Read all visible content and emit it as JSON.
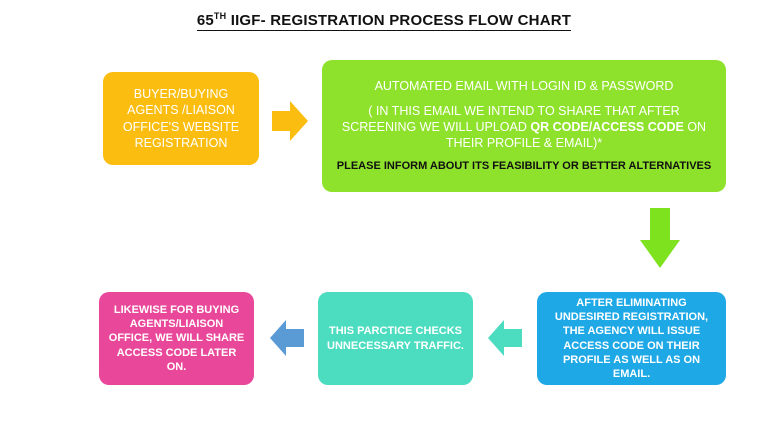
{
  "header": {
    "title_prefix": "65",
    "title_sup": "TH",
    "title_rest": " IIGF- REGISTRATION PROCESS FLOW CHART"
  },
  "nodes": {
    "registration": "BUYER/BUYING AGENTS /LIAISON OFFICE'S WEBSITE REGISTRATION",
    "email": {
      "line1": "AUTOMATED EMAIL WITH LOGIN ID & PASSWORD",
      "line2_before": "( IN THIS EMAIL WE INTEND TO SHARE THAT AFTER SCREENING WE WILL UPLOAD ",
      "line2_bold": "QR CODE/ACCESS CODE",
      "line2_after": " ON THEIR PROFILE & EMAIL)*",
      "line3": "PLEASE INFORM ABOUT ITS FEASIBILITY OR BETTER ALTERNATIVES"
    },
    "eliminate": "AFTER ELIMINATING UNDESIRED REGISTRATION, THE AGENCY WILL ISSUE ACCESS CODE ON THEIR PROFILE AS WELL AS ON EMAIL.",
    "practice": "THIS PARCTICE CHECKS UNNECESSARY TRAFFIC.",
    "likewise": "LIKEWISE FOR BUYING AGENTS/LIAISON OFFICE, WE WILL SHARE ACCESS CODE LATER ON."
  },
  "colors": {
    "registration": "#fbbd10",
    "email": "#8fe22c",
    "eliminate": "#1ea9e6",
    "practice": "#4cdcc0",
    "likewise": "#e9489a",
    "arrow_orange": "#fbbd10",
    "arrow_green": "#7ee21e",
    "arrow_teal": "#4cdcc0",
    "arrow_blue": "#5b9bd5"
  }
}
